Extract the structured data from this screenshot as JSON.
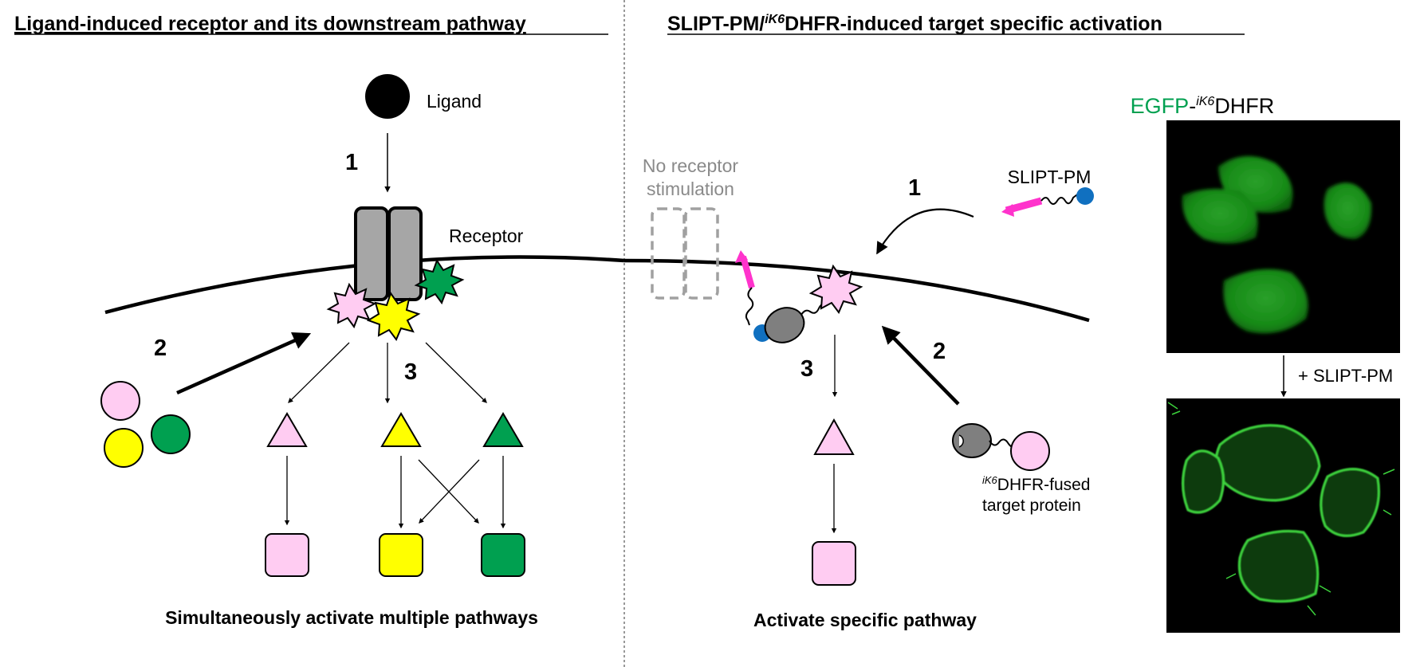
{
  "colors": {
    "pink": "#ffccf2",
    "yellow": "#ffff00",
    "green": "#00a050",
    "magenta": "#ff33cc",
    "blue": "#1070c0",
    "gray": "#a6a6a6",
    "egfp_green": "#00a050",
    "micrograph_cell": "#1a8c1a",
    "micrograph_membrane": "#3cd23c"
  },
  "left_panel": {
    "title": "Ligand-induced receptor and its downstream pathway",
    "ligand_label": "Ligand",
    "receptor_label": "Receptor",
    "step1": "1",
    "step2": "2",
    "step3": "3",
    "caption": "Simultaneously activate multiple pathways"
  },
  "right_panel": {
    "title_prefix": "SLIPT-PM/",
    "title_super": "iK6",
    "title_suffix": "DHFR-induced target specific activation",
    "no_receptor_line1": "No receptor",
    "no_receptor_line2": "stimulation",
    "slipt_label": "SLIPT-PM",
    "step1": "1",
    "step2": "2",
    "step3": "3",
    "fused_super": "iK6",
    "fused_line1": "DHFR-fused",
    "fused_line2": "target protein",
    "caption": "Activate specific pathway"
  },
  "micrographs": {
    "label_egfp": "EGFP",
    "label_dash": "-",
    "label_super": "iK6",
    "label_dhfr": "DHFR",
    "treatment_label": "+ SLIPT-PM"
  }
}
